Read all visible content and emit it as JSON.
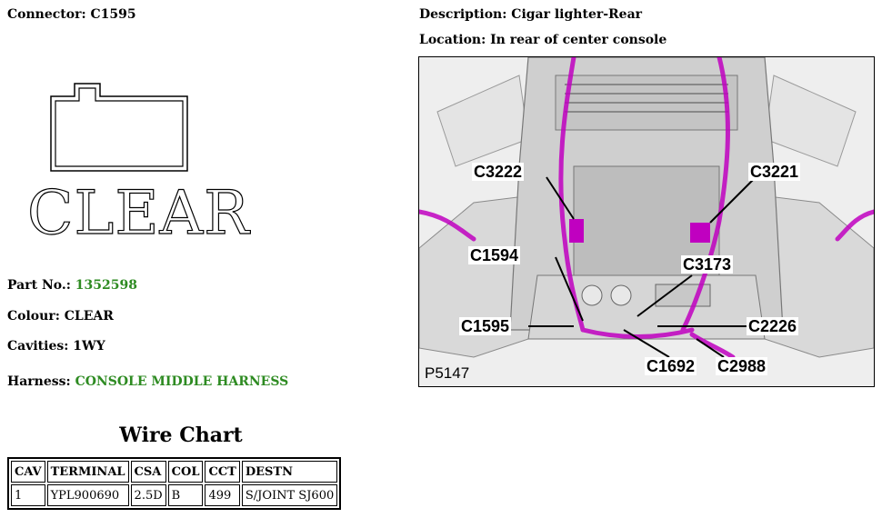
{
  "connector": {
    "label": "Connector:",
    "value": "C1595"
  },
  "description": {
    "label": "Description:",
    "value": "Cigar lighter-Rear"
  },
  "location": {
    "label": "Location:",
    "value": "In rear of center console"
  },
  "connector_diagram": {
    "colour_text": "CLEAR"
  },
  "part_no": {
    "label": "Part No.:",
    "value": "1352598",
    "value_color": "#2e8b22"
  },
  "colour": {
    "label": "Colour:",
    "value": "CLEAR"
  },
  "cavities": {
    "label": "Cavities:",
    "value": "1WY"
  },
  "harness": {
    "label": "Harness:",
    "value": "CONSOLE MIDDLE HARNESS",
    "value_color": "#2e8b22"
  },
  "wire_chart": {
    "title": "Wire Chart",
    "headers": [
      "CAV",
      "TERMINAL",
      "CSA",
      "COL",
      "CCT",
      "DESTN"
    ],
    "rows": [
      [
        "1",
        "YPL900690",
        "2.5D",
        "B",
        "499",
        "S/JOINT SJ600"
      ]
    ]
  },
  "photo": {
    "id": "P5147",
    "harness_color": "#c000c0",
    "callouts": [
      "C3222",
      "C3221",
      "C1594",
      "C3173",
      "C1595",
      "C2226",
      "C1692",
      "C2988"
    ]
  }
}
